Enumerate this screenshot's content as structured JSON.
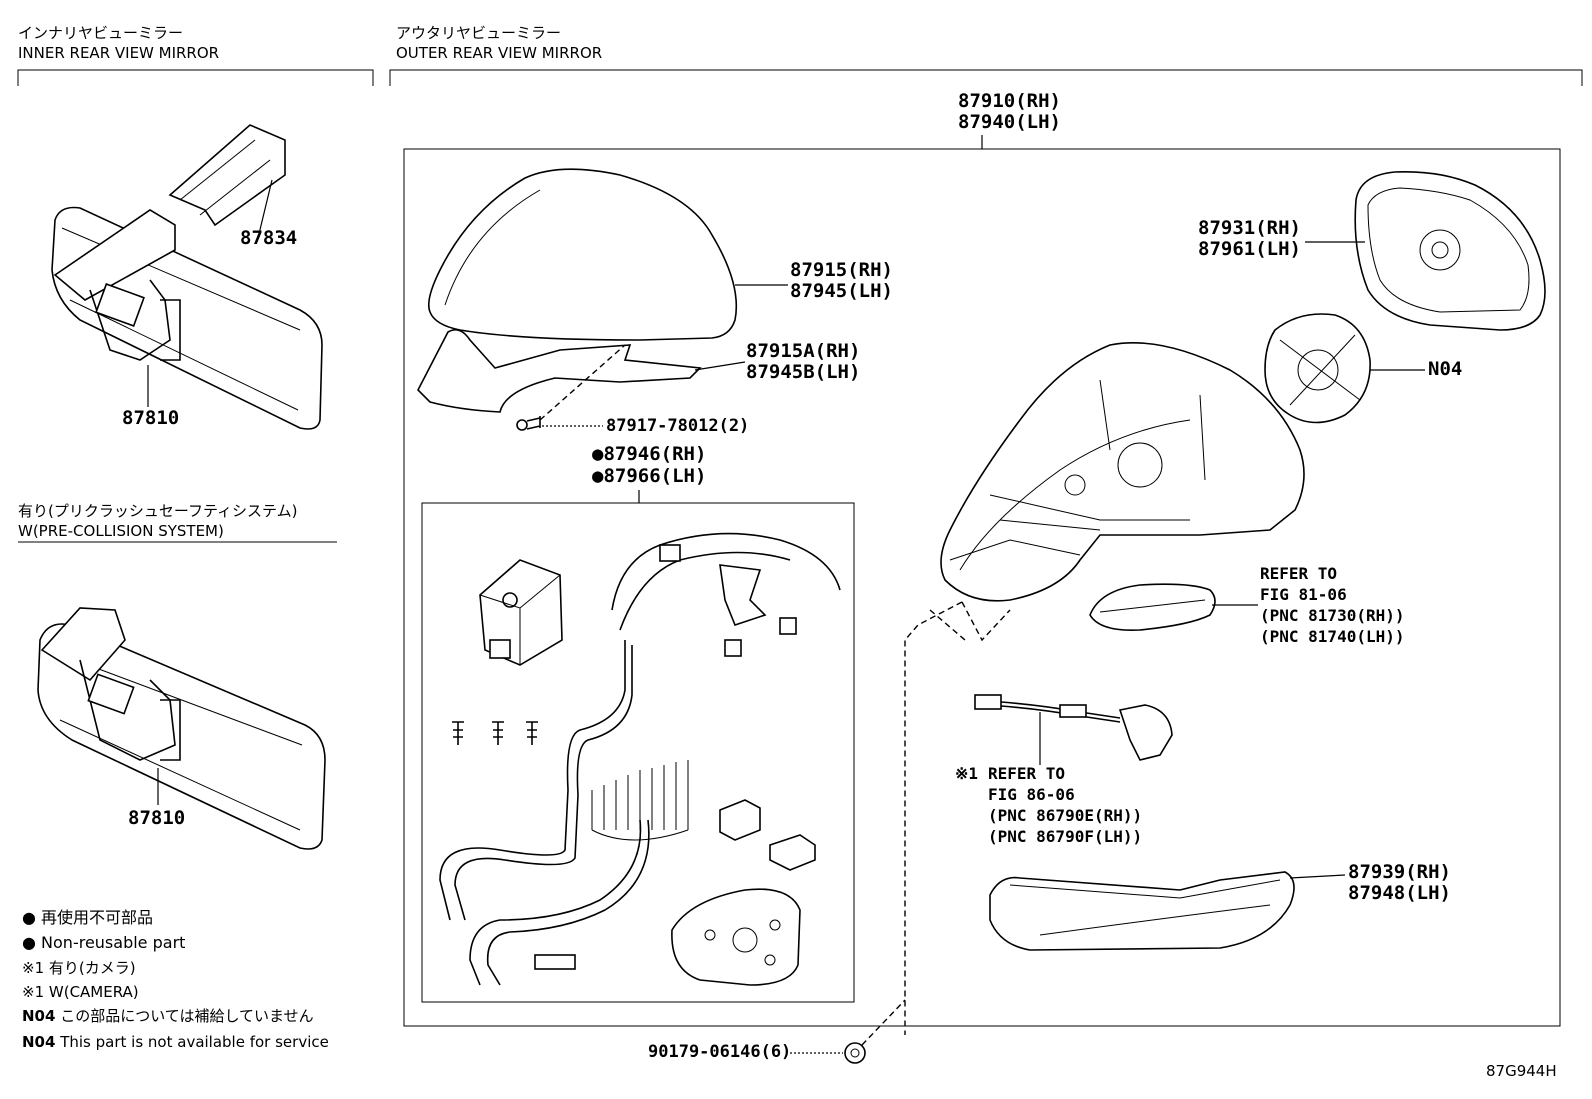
{
  "sections": {
    "inner": {
      "title_jp": "インナリヤビューミラー",
      "title_en": "INNER REAR VIEW MIRROR"
    },
    "outer": {
      "title_jp": "アウタリヤビューミラー",
      "title_en": "OUTER REAR VIEW MIRROR"
    },
    "pcs": {
      "title_jp": "有り(プリクラッシュセーフティシステム)",
      "title_en": "W(PRE-COLLISION SYSTEM)"
    }
  },
  "parts": {
    "p87834": "87834",
    "p87810_a": "87810",
    "p87810_b": "87810",
    "assy_rh": "87910(RH)",
    "assy_lh": "87940(LH)",
    "cover_rh": "87915(RH)",
    "cover_lh": "87945(LH)",
    "lower_rh": "87915A(RH)",
    "lower_lh": "87945B(LH)",
    "screw": "87917-78012(2)",
    "harness_rh": "●87946(RH)",
    "harness_lh": "●87966(LH)",
    "glass_rh": "87931(RH)",
    "glass_lh": "87961(LH)",
    "n04": "N04",
    "garnish_rh": "87939(RH)",
    "garnish_lh": "87948(LH)",
    "clip": "90179-06146(6)",
    "diagram_id": "87G944H"
  },
  "refs": {
    "turn": {
      "l1": "REFER TO",
      "l2": "FIG 81-06",
      "l3": "(PNC 81730(RH))",
      "l4": "(PNC 81740(LH))"
    },
    "camera": {
      "mark": "※1",
      "l1": "REFER TO",
      "l2": "FIG 86-06",
      "l3": "(PNC 86790E(RH))",
      "l4": "(PNC 86790F(LH))"
    }
  },
  "legend": {
    "l1": "● 再使用不可部品",
    "l2": "● Non-reusable part",
    "l3": "※1 有り(カメラ)",
    "l4": "※1 W(CAMERA)",
    "l5_code": "N04",
    "l5": "この部品については補給していません",
    "l6_code": "N04",
    "l6": "This part is not available for service"
  }
}
